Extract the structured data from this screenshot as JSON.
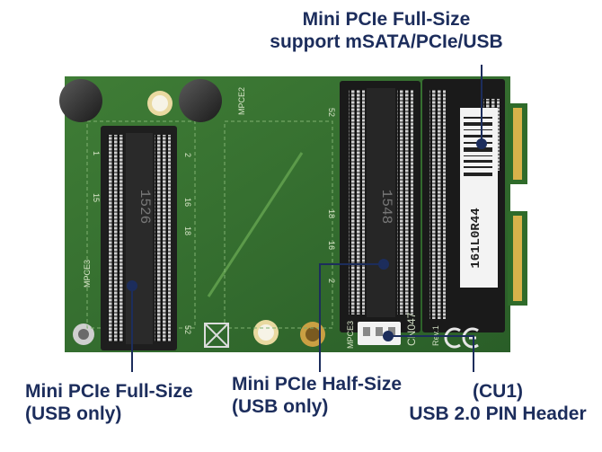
{
  "callouts": {
    "top": {
      "line1": "Mini PCIe Full-Size",
      "line2": "support mSATA/PCIe/USB"
    },
    "left": {
      "line1": "Mini PCIe Full-Size",
      "line2": "(USB only)"
    },
    "middle": {
      "line1": "Mini PCIe Half-Size",
      "line2": "(USB only)"
    },
    "right": {
      "line1": "(CU1)",
      "line2": "USB 2.0 PIN Header"
    }
  },
  "board_markings": {
    "mpce1": "MPCE2",
    "mpce3": "MPCE3",
    "mpce_small": "MPCE3",
    "slot_left_chip": "1526",
    "slot_mid_chip": "1548",
    "pin_52a": "52",
    "pin_2a": "2",
    "pin_16a": "16",
    "pin_18a": "18",
    "pin_15": "15",
    "pin_1": "1",
    "pin_52b": "52",
    "pin_2b": "2",
    "pin_16b": "16",
    "pin_18b": "18",
    "cn_label": "CN047",
    "rev_label": "Rev.1",
    "barcode_text": "161L0R44"
  },
  "colors": {
    "pcb": "#2e6b2e",
    "pcb_light": "#4d8b3e",
    "socket": "#1a1a1a",
    "gold": "#d8b24a",
    "label_text": "#1c2d5c"
  },
  "icons": [
    "weee-bin-icon",
    "ce-mark-icon"
  ]
}
